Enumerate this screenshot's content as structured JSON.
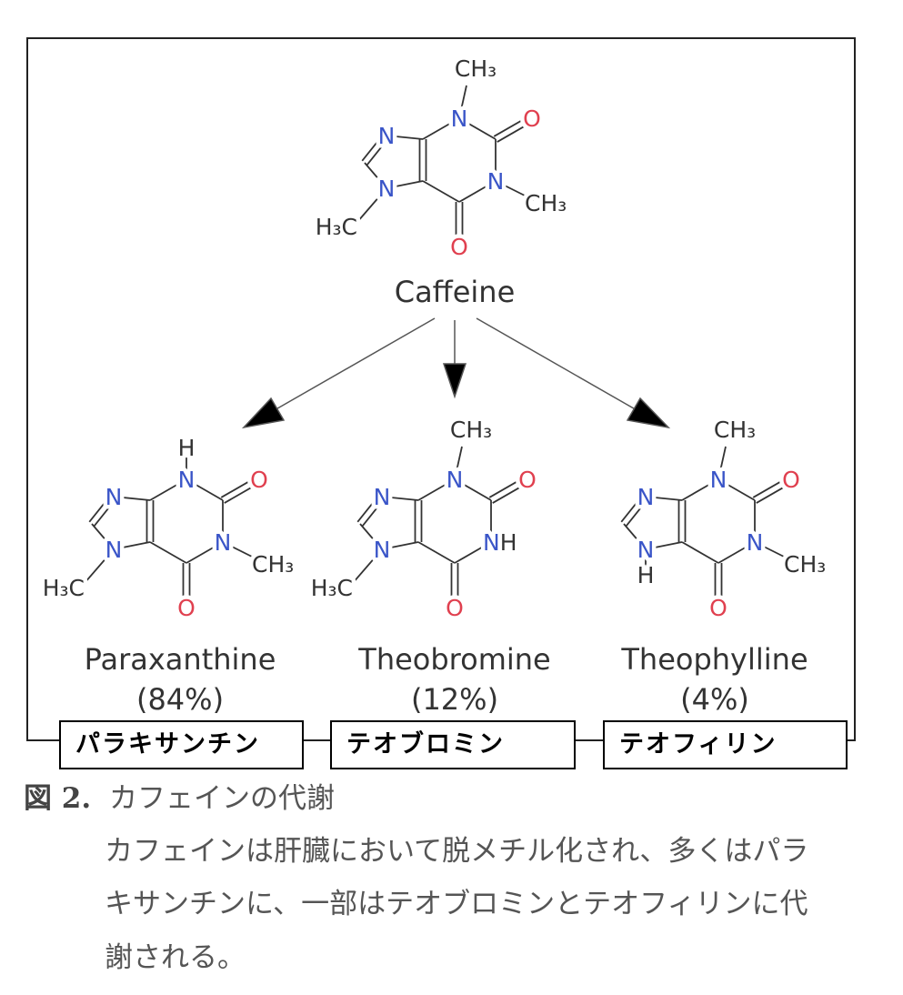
{
  "parent": {
    "name": "Caffeine",
    "atoms": {
      "nTop": "N",
      "nRight": "N",
      "nA": "N",
      "nB": "N",
      "o2": "O",
      "o6": "O",
      "subTop": "CH3",
      "subRight": "CH3",
      "subB": "H3C"
    }
  },
  "metabolites": [
    {
      "name": "Paraxanthine",
      "percent": "(84%)",
      "jp_label": "パラキサンチン",
      "atoms": {
        "nTop": "N",
        "nRight": "N",
        "nA": "N",
        "nB": "N",
        "o2": "O",
        "o6": "O",
        "subTop": "H",
        "subRight": "CH3",
        "subB": "H3C"
      }
    },
    {
      "name": "Theobromine",
      "percent": "(12%)",
      "jp_label": "テオブロミン",
      "atoms": {
        "nTop": "N",
        "nRight": "NH",
        "nA": "N",
        "nB": "N",
        "o2": "O",
        "o6": "O",
        "subTop": "CH3",
        "subB": "H3C"
      }
    },
    {
      "name": "Theophylline",
      "percent": "(4%)",
      "jp_label": "テオフィリン",
      "atoms": {
        "nTop": "N",
        "nRight": "N",
        "nA": "N",
        "nB": "N",
        "o2": "O",
        "o6": "O",
        "subTop": "CH3",
        "subRight": "CH3",
        "subBH": "H"
      }
    }
  ],
  "caption": {
    "figure_label": "図 2.",
    "title": "カフェインの代謝",
    "lines": [
      "カフェインは肝臓において脱メチル化され、多くはパラ",
      "キサンチンに、一部はテオブロミンとテオフィリンに代",
      "謝される。"
    ]
  },
  "colors": {
    "nitrogen": "#3a55c8",
    "oxygen": "#e0404f",
    "bond": "#333333",
    "frame": "#222222"
  }
}
